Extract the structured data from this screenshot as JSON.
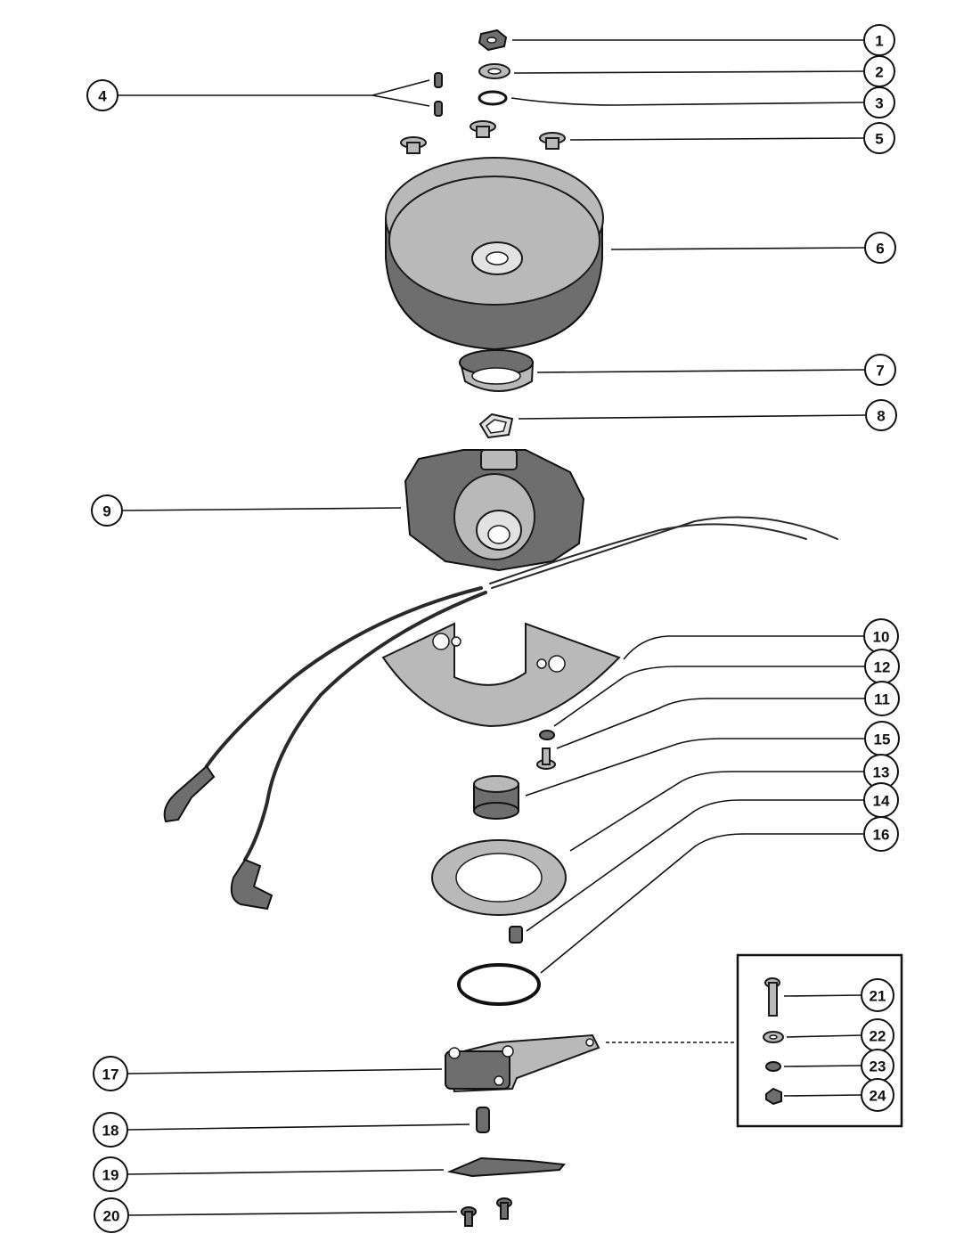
{
  "callouts": [
    {
      "id": "c1",
      "label": "1"
    },
    {
      "id": "c2",
      "label": "2"
    },
    {
      "id": "c3",
      "label": "3"
    },
    {
      "id": "c4",
      "label": "4"
    },
    {
      "id": "c5",
      "label": "5"
    },
    {
      "id": "c6",
      "label": "6"
    },
    {
      "id": "c7",
      "label": "7"
    },
    {
      "id": "c8",
      "label": "8"
    },
    {
      "id": "c9",
      "label": "9"
    },
    {
      "id": "c10",
      "label": "10"
    },
    {
      "id": "c12",
      "label": "12"
    },
    {
      "id": "c11",
      "label": "11"
    },
    {
      "id": "c15",
      "label": "15"
    },
    {
      "id": "c13",
      "label": "13"
    },
    {
      "id": "c14",
      "label": "14"
    },
    {
      "id": "c16",
      "label": "16"
    },
    {
      "id": "c17",
      "label": "17"
    },
    {
      "id": "c18",
      "label": "18"
    },
    {
      "id": "c19",
      "label": "19"
    },
    {
      "id": "c20",
      "label": "20"
    },
    {
      "id": "c21",
      "label": "21"
    },
    {
      "id": "c22",
      "label": "22"
    },
    {
      "id": "c23",
      "label": "23"
    },
    {
      "id": "c24",
      "label": "24"
    }
  ]
}
